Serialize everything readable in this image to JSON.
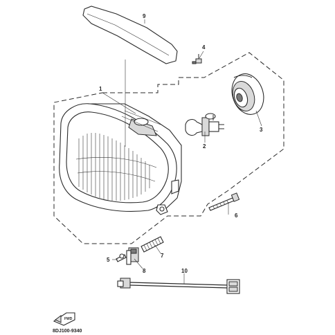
{
  "diagram": {
    "callouts": [
      {
        "id": "1",
        "label": "1"
      },
      {
        "id": "2",
        "label": "2"
      },
      {
        "id": "3",
        "label": "3"
      },
      {
        "id": "4",
        "label": "4"
      },
      {
        "id": "5",
        "label": "5"
      },
      {
        "id": "6",
        "label": "6"
      },
      {
        "id": "7",
        "label": "7"
      },
      {
        "id": "8",
        "label": "8"
      },
      {
        "id": "9",
        "label": "9"
      },
      {
        "id": "10",
        "label": "10"
      }
    ],
    "drawing_code": "8DJ100-9340",
    "direction_label": "FWD"
  },
  "colors": {
    "line": "#2a2a2a",
    "background": "#ffffff",
    "shade": "#d9d9d9"
  }
}
